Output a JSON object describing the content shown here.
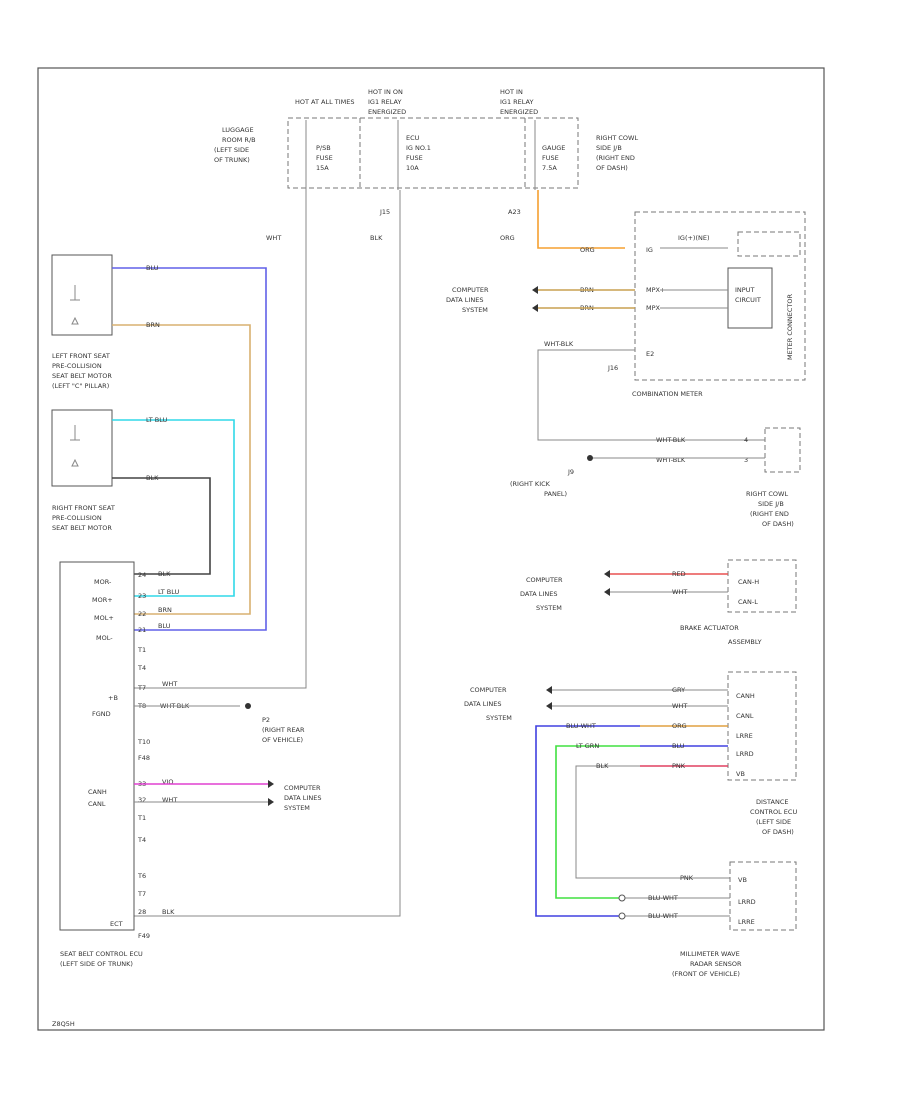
{
  "diagram": {
    "footer_code": "Z8Q5H",
    "fuses": {
      "left": {
        "power": "HOT AT ALL TIMES",
        "fuse": [
          "P/SB",
          "FUSE",
          "15A"
        ],
        "location": [
          "LUGGAGE",
          "ROOM R/B",
          "(LEFT SIDE",
          "OF TRUNK)"
        ]
      },
      "center": {
        "power": [
          "HOT IN ON",
          "IG1 RELAY",
          "ENERGIZED"
        ],
        "fuse": [
          "ECU",
          "IG NO.1",
          "FUSE",
          "10A"
        ]
      },
      "right": {
        "power": [
          "HOT IN",
          "IG1 RELAY",
          "ENERGIZED"
        ],
        "fuse": [
          "GAUGE",
          "FUSE",
          "7.5A"
        ],
        "location": [
          "RIGHT COWL",
          "SIDE J/B",
          "(RIGHT END",
          "OF DASH)"
        ]
      }
    },
    "wire_labels": {
      "wht_top": "WHT",
      "blk_top": "BLK",
      "j15": "J15",
      "a23": "A23",
      "org": "ORG"
    },
    "motors": {
      "left": {
        "label": [
          "LEFT FRONT SEAT",
          "PRE-COLLISION",
          "SEAT BELT MOTOR",
          "(LEFT \"C\" PILLAR)"
        ],
        "wires": [
          "BLU",
          "BRN"
        ]
      },
      "right": {
        "label": [
          "RIGHT FRONT SEAT",
          "PRE-COLLISION",
          "SEAT BELT MOTOR"
        ],
        "wires": [
          "LT BLU",
          "BLK"
        ]
      }
    },
    "seat_belt_ecu": {
      "label": [
        "SEAT BELT CONTROL ECU",
        "(LEFT SIDE OF TRUNK)"
      ],
      "pins": [
        "MOR-",
        "MOR+",
        "MOL+",
        "MOL-",
        "+B",
        "FGND",
        "F48",
        "CANH",
        "CANL",
        "ECT",
        "F49"
      ],
      "pin_nums": [
        "24",
        "23",
        "22",
        "21",
        "T1",
        "T4",
        "T7",
        "T8",
        "T10",
        "33",
        "32",
        "T1",
        "T4",
        "T6",
        "T7",
        "28"
      ],
      "wires": {
        "blk": "BLK",
        "lt_blu": "LT BLU",
        "brn": "BRN",
        "blu": "BLU",
        "wht": "WHT",
        "wht_blk": "WHT-BLK",
        "vio": "VIO"
      }
    },
    "grounds": {
      "p2": [
        "P2",
        "(RIGHT REAR",
        "OF VEHICLE)"
      ],
      "j9": [
        "J9",
        "(RIGHT KICK",
        "PANEL)"
      ]
    },
    "computer_data": {
      "label": [
        "COMPUTER",
        "DATA LINES",
        "SYSTEM"
      ]
    },
    "combination_meter": {
      "title": "COMBINATION METER",
      "inner": [
        "INPUT",
        "CIRCUIT"
      ],
      "side": "METER CONNECTOR",
      "pins": [
        "IG",
        "MPX+",
        "MPX-",
        "E2"
      ],
      "ign": "IG(+)(NE)",
      "wires": {
        "org": "ORG",
        "brn": "BRN",
        "wht_blk": "WHT-BLK",
        "j16": "J16"
      }
    },
    "right_cowl_jb": {
      "label": [
        "RIGHT COWL",
        "SIDE J/B",
        "(RIGHT END",
        "OF DASH)"
      ],
      "wires": [
        "WHT-BLK",
        "WHT-BLK"
      ],
      "pins": [
        "4",
        "3"
      ]
    },
    "brake_actuator": {
      "label": [
        "BRAKE ACTUATOR",
        "ASSEMBLY"
      ],
      "pins": [
        "CAN-H",
        "CAN-L"
      ],
      "wires": [
        "RED",
        "WHT"
      ]
    },
    "distance_ecu": {
      "label": [
        "DISTANCE",
        "CONTROL ECU",
        "(LEFT SIDE",
        "OF DASH)"
      ],
      "pins": [
        "CANH",
        "CANL",
        "LRRE",
        "LRRD",
        "VB"
      ],
      "wires": [
        "GRY",
        "WHT",
        "ORG",
        "BLU",
        "PNK"
      ],
      "left_wires": [
        "BLU-WHT",
        "LT GRN",
        "BLK"
      ]
    },
    "millimeter": {
      "label": [
        "MILLIMETER WAVE",
        "RADAR SENSOR",
        "(FRONT OF VEHICLE)"
      ],
      "pins": [
        "VB",
        "LRRD",
        "LRRE"
      ],
      "wires": [
        "PNK",
        "BLU-WHT",
        "BLU-WHT"
      ]
    }
  }
}
